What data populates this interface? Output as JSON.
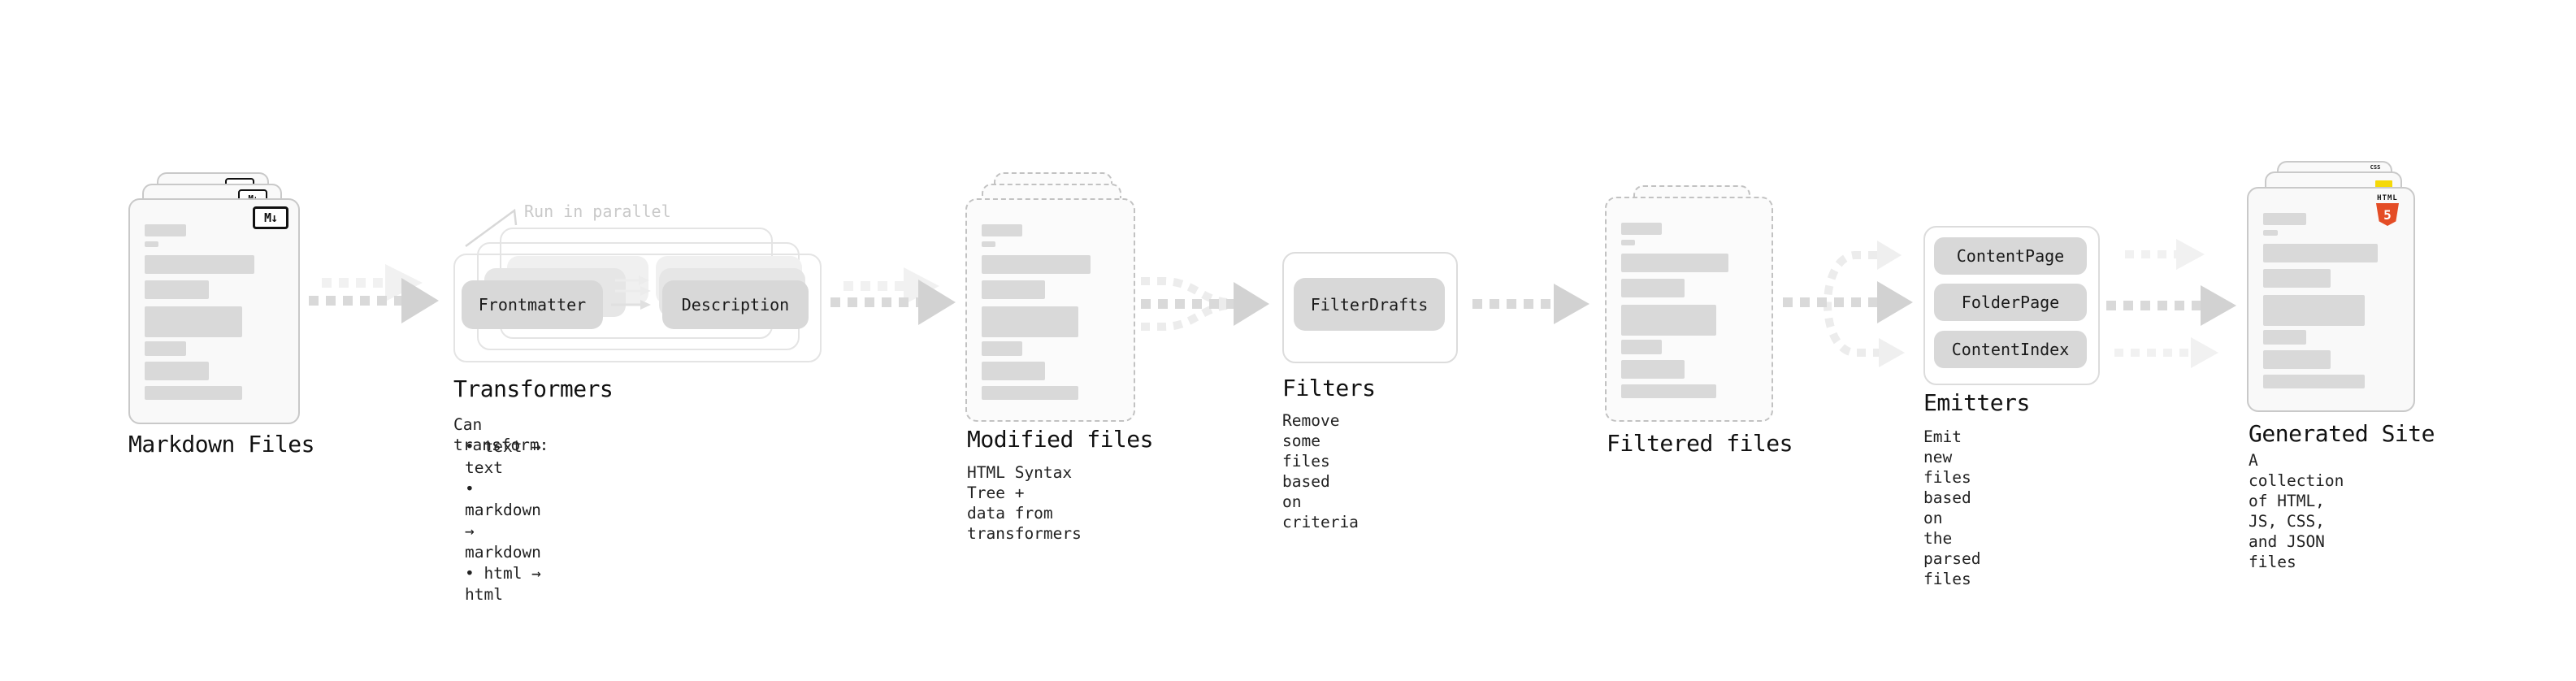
{
  "palette": {
    "bar_gray": "#d9d9d9",
    "box_gray": "#d8d8d8",
    "border_gray": "#c9c9c9",
    "dashed_gray": "#c2c2c2",
    "arrow_front": "#d9d9d9",
    "arrow_head": "#d2d2d2",
    "arrow_back": "#f1f1f1",
    "curve_gray": "#ececec",
    "html5_orange": "#e44d26",
    "css_blue": "#2965f1",
    "js_yellow": "#f5d908",
    "muted_label": "#c9c9c9"
  },
  "nodes": {
    "markdown_files": {
      "title": "Markdown Files",
      "badge": "M↓"
    },
    "transformers": {
      "title": "Transformers",
      "parallel_label": "Run in parallel",
      "box_frontmatter": "Frontmatter",
      "box_description": "Description",
      "caption_heading": "Can transform:",
      "bullets": [
        "• text → text",
        "• markdown → markdown",
        "• html → html"
      ]
    },
    "modified_files": {
      "title": "Modified files",
      "caption": "HTML Syntax Tree +\ndata from transformers"
    },
    "filters": {
      "title": "Filters",
      "box": "FilterDrafts",
      "caption": "Remove some files based\non criteria"
    },
    "filtered_files": {
      "title": "Filtered files"
    },
    "emitters": {
      "title": "Emitters",
      "boxes": [
        "ContentPage",
        "FolderPage",
        "ContentIndex"
      ],
      "caption": "Emit new files based on\nthe parsed files"
    },
    "generated_site": {
      "title": "Generated Site",
      "caption": "A collection of HTML,\nJS, CSS, and JSON files",
      "html5_label": "HTML",
      "html5_number": "5",
      "css_label": "CSS"
    }
  }
}
